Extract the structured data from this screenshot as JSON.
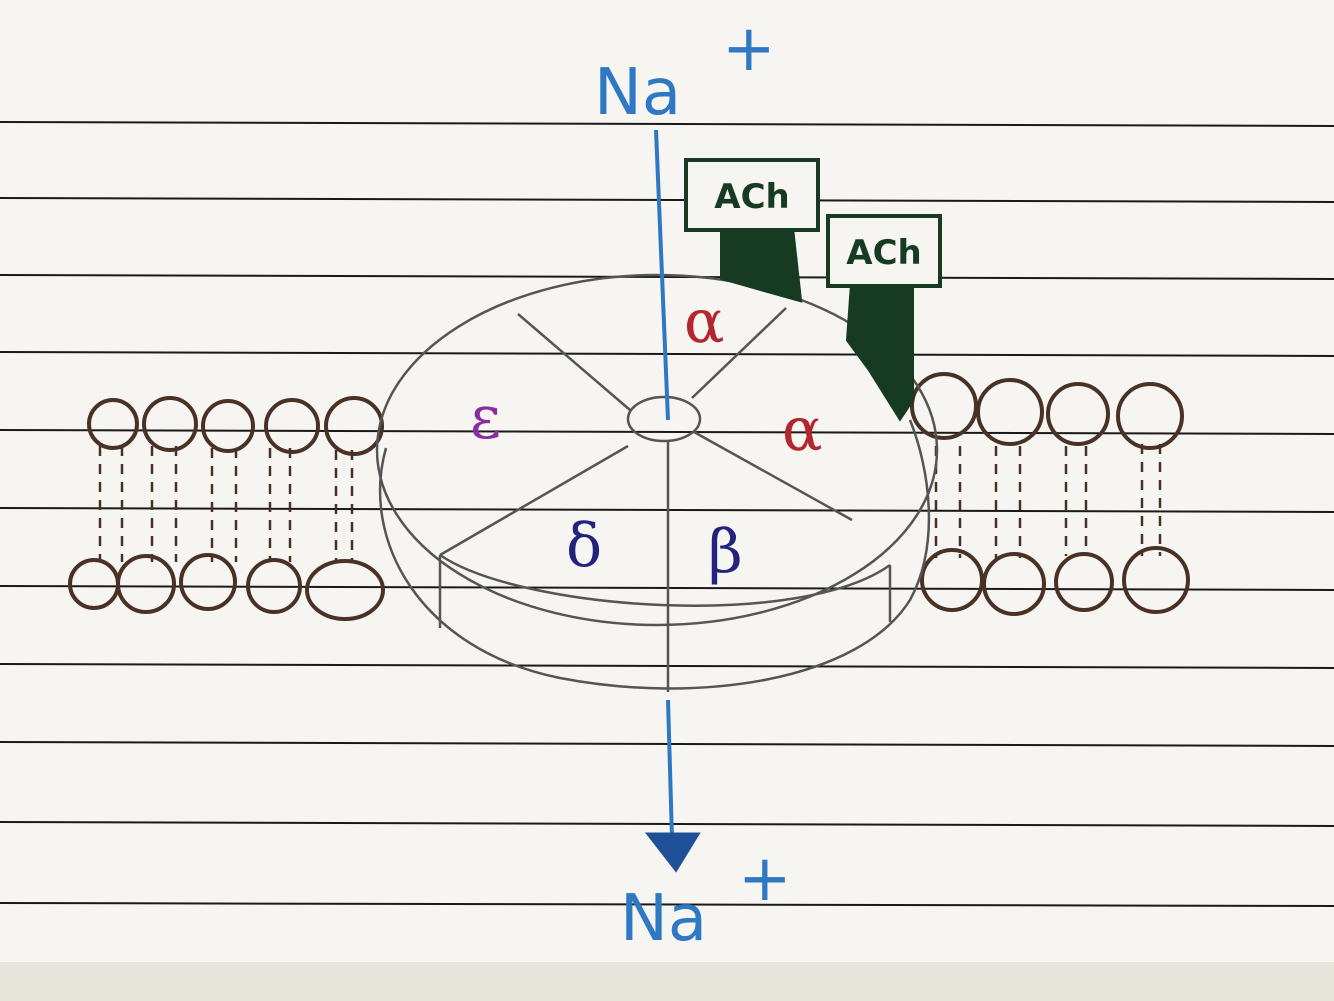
{
  "ions": {
    "top": {
      "symbol": "Na",
      "charge": "+"
    },
    "bottom": {
      "symbol": "Na",
      "charge": "+"
    }
  },
  "subunits": {
    "alpha_top": "α",
    "alpha_right": "α",
    "epsilon": "ε",
    "delta": "δ",
    "beta": "β"
  },
  "ligands": {
    "first": "ACh",
    "second": "ACh"
  },
  "colors": {
    "paper": "#f6f5f2",
    "ruled_line": "#1a1a1a",
    "ion_arrow": "#2e78c4",
    "alpha": "#b3262e",
    "epsilon": "#8a2da0",
    "delta_beta": "#23237d",
    "ligand": "#163a22",
    "lipid": "#4a3126",
    "channel_outline": "#555555"
  }
}
